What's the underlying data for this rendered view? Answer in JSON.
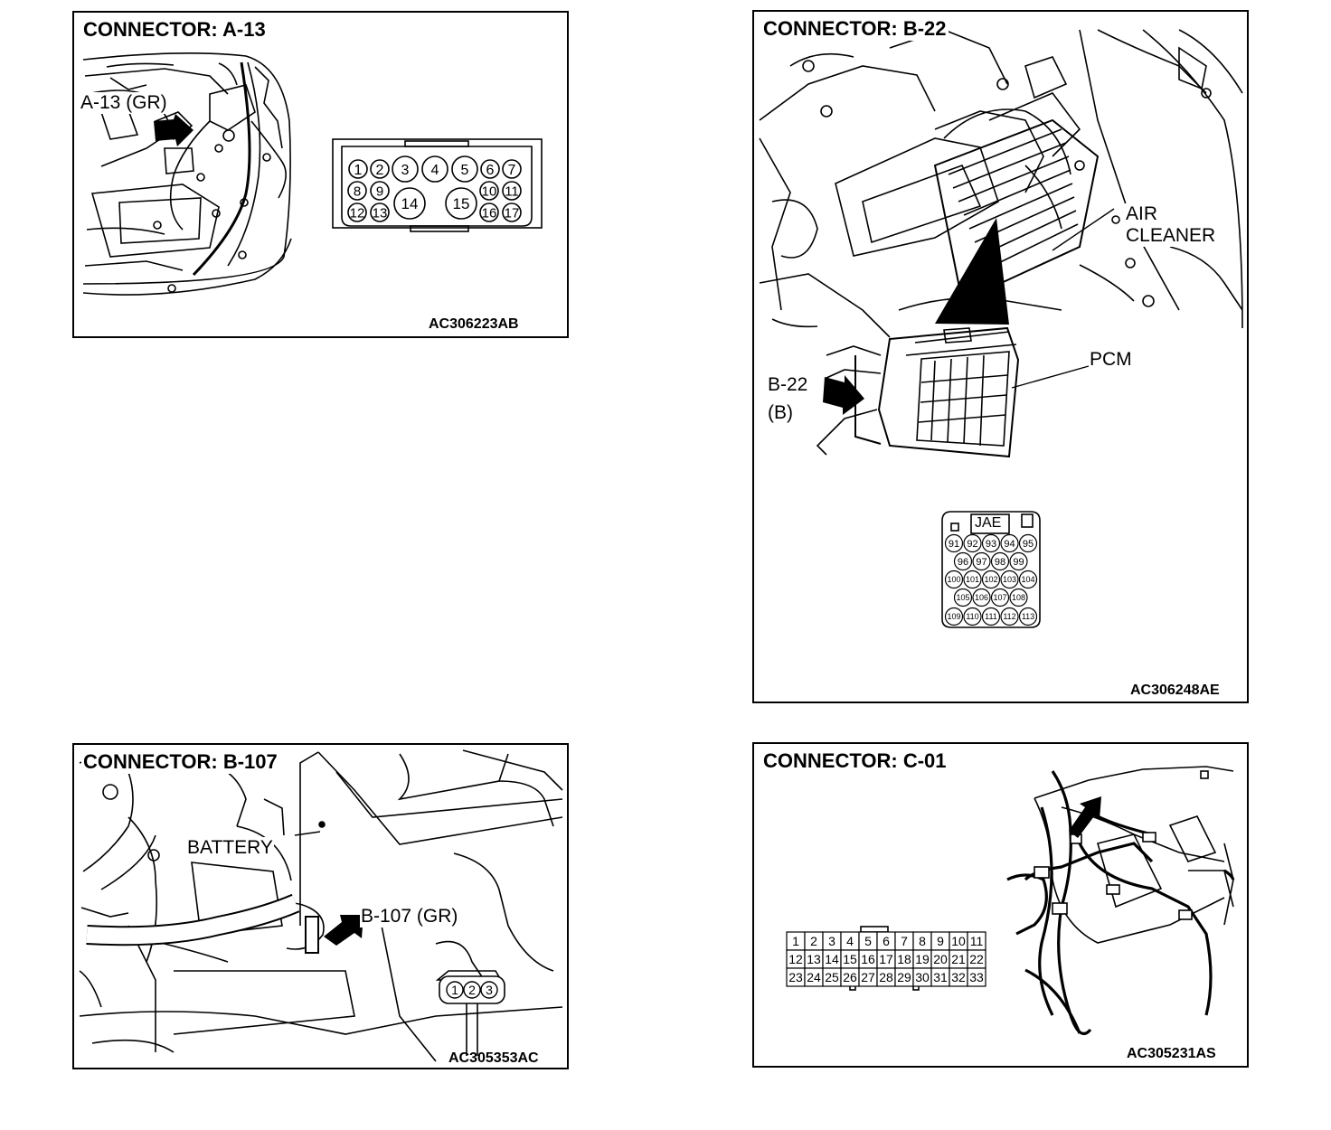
{
  "panels": {
    "a13": {
      "title": "CONNECTOR: A-13",
      "callout": "A-13 (GR)",
      "code": "AC306223AB",
      "pins_top": [
        "1",
        "2",
        "3",
        "4",
        "5",
        "6",
        "7"
      ],
      "pins_mid": [
        "8",
        "9",
        "10",
        "11"
      ],
      "pins_bot": [
        "12",
        "13",
        "16",
        "17"
      ],
      "pins_big": [
        "14",
        "15"
      ]
    },
    "b22": {
      "title": "CONNECTOR: B-22",
      "air_cleaner_1": "AIR",
      "air_cleaner_2": "CLEANER",
      "pcm": "PCM",
      "callout_1": "B-22",
      "callout_2": "(B)",
      "brand": "JAE",
      "code": "AC306248AE",
      "pin_rows": [
        [
          "91",
          "92",
          "93",
          "94",
          "95"
        ],
        [
          "96",
          "97",
          "98",
          "99"
        ],
        [
          "100",
          "101",
          "102",
          "103",
          "104"
        ],
        [
          "105",
          "106",
          "107",
          "108"
        ],
        [
          "109",
          "110",
          "111",
          "112",
          "113"
        ]
      ]
    },
    "b107": {
      "title": "CONNECTOR: B-107",
      "battery": "BATTERY",
      "callout": "B-107 (GR)",
      "pins": [
        "1",
        "2",
        "3"
      ],
      "code": "AC305353AC"
    },
    "c01": {
      "title": "CONNECTOR: C-01",
      "pin_rows": [
        [
          "1",
          "2",
          "3",
          "4",
          "5",
          "6",
          "7",
          "8",
          "9",
          "10",
          "11"
        ],
        [
          "12",
          "13",
          "14",
          "15",
          "16",
          "17",
          "18",
          "19",
          "20",
          "21",
          "22"
        ],
        [
          "23",
          "24",
          "25",
          "26",
          "27",
          "28",
          "29",
          "30",
          "31",
          "32",
          "33"
        ]
      ],
      "code": "AC305231AS"
    }
  }
}
